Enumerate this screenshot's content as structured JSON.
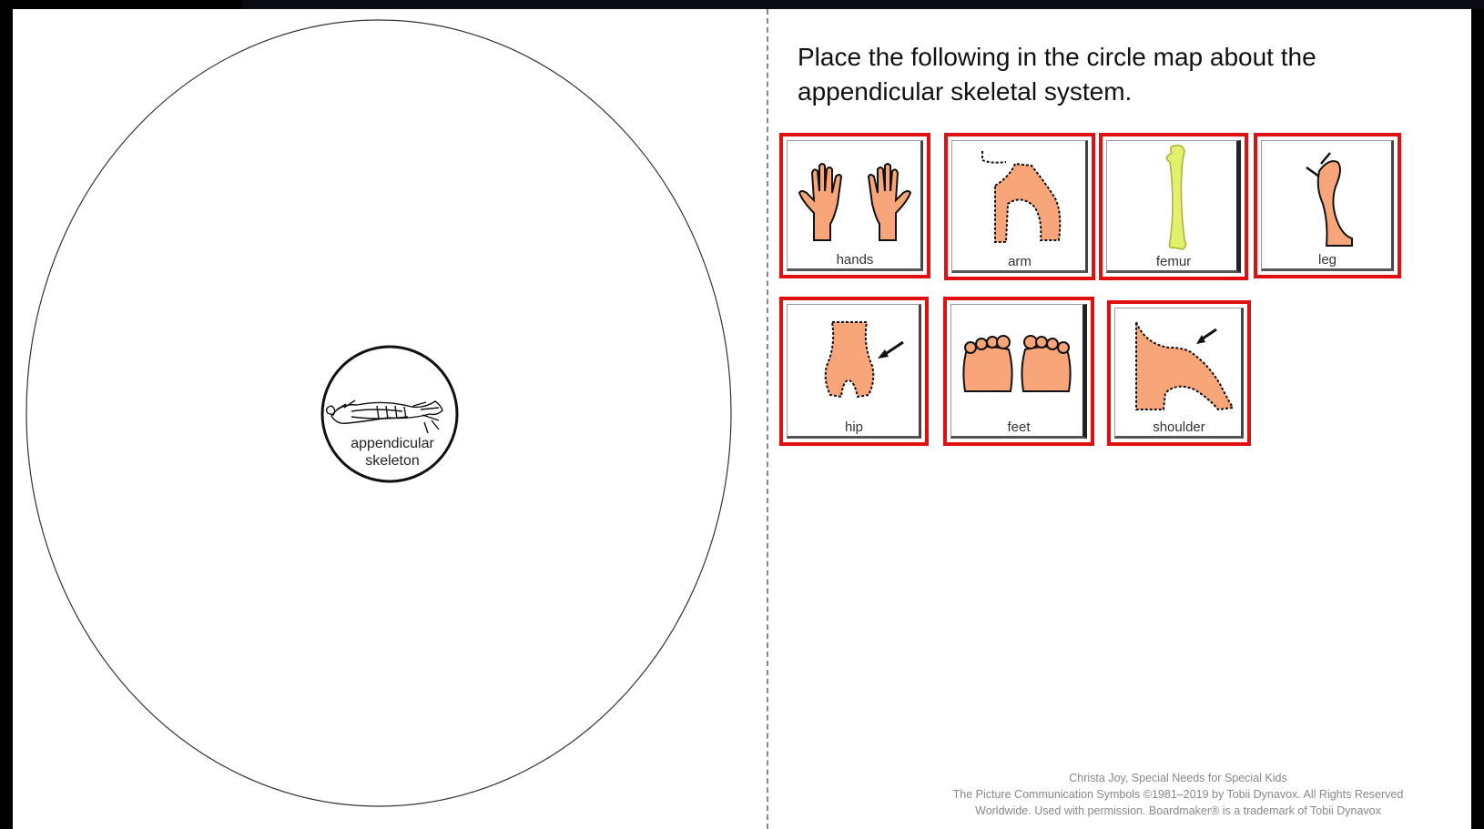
{
  "center": {
    "label_line1": "appendicular",
    "label_line2": "skeleton",
    "icon": "skeleton-icon"
  },
  "instructions": {
    "line1": "Place the following in the circle map about the",
    "line2": "appendicular skeletal system."
  },
  "cards": [
    {
      "label": "hands",
      "icon": "hands-icon"
    },
    {
      "label": "arm",
      "icon": "arm-icon"
    },
    {
      "label": "femur",
      "icon": "femur-icon"
    },
    {
      "label": "leg",
      "icon": "leg-icon"
    },
    {
      "label": "hip",
      "icon": "hip-icon"
    },
    {
      "label": "feet",
      "icon": "feet-icon"
    },
    {
      "label": "shoulder",
      "icon": "shoulder-icon"
    }
  ],
  "credits": {
    "line1": "Christa Joy, Special Needs for Special Kids",
    "line2": "The Picture Communication Symbols ©1981–2019 by Tobii Dynavox. All Rights Reserved",
    "line3": "Worldwide. Used with permission. Boardmaker® is a trademark of Tobii Dynavox"
  },
  "colors": {
    "card_border": "#e01010",
    "skin": "#f9a57a",
    "bone": "#e4ef6c"
  }
}
